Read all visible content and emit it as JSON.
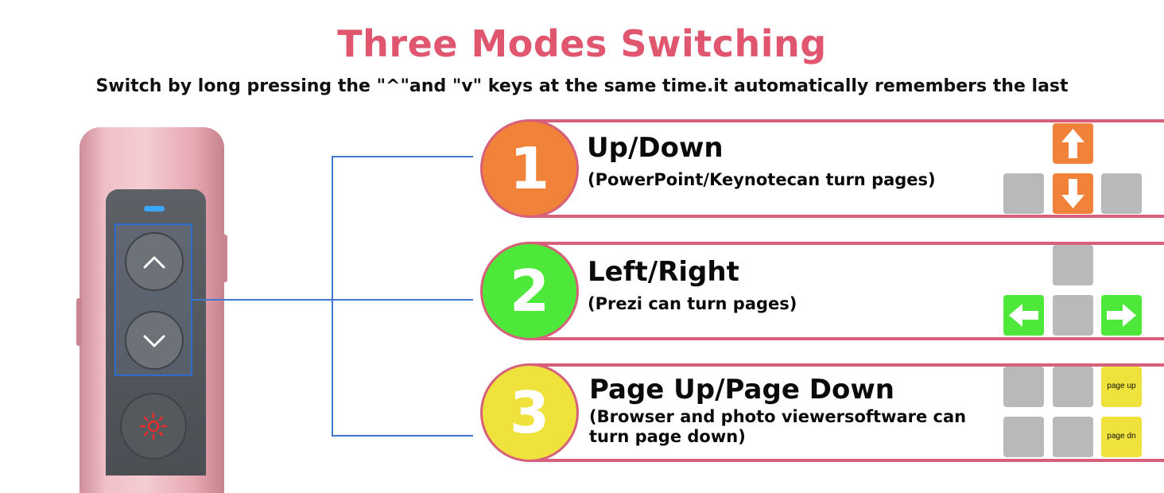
{
  "header": {
    "title": "Three Modes Switching",
    "subtitle": "Switch by long pressing the \"^\"and \"v\" keys at the same time.it automatically remembers the last"
  },
  "colors": {
    "title": "#e0566f",
    "border": "#d6607a",
    "mode1": "#f0823a",
    "mode2": "#4ee83a",
    "mode3": "#f0e23c",
    "key_inactive": "#b9b9b9",
    "connector": "#3e78cf",
    "device_body": "#f4cdd2"
  },
  "device": {
    "buttons": [
      "chevron-up-icon",
      "chevron-down-icon",
      "laser-icon"
    ]
  },
  "modes": [
    {
      "number": "1",
      "title": "Up/Down",
      "description": "(PowerPoint/Keynotecan turn pages)",
      "keys": [
        "arrow-up-icon",
        "blank",
        "arrow-down-icon",
        "blank"
      ]
    },
    {
      "number": "2",
      "title": "Left/Right",
      "description": "(Prezi can turn pages)",
      "keys": [
        "blank",
        "arrow-left-icon",
        "blank",
        "arrow-right-icon"
      ]
    },
    {
      "number": "3",
      "title": "Page Up/Page Down",
      "description": "(Browser and photo viewersoftware can turn page down)",
      "keys": [
        "blank",
        "blank",
        "blank",
        "blank"
      ],
      "key_labels": {
        "page_up": "page up",
        "page_dn": "page dn"
      }
    }
  ]
}
